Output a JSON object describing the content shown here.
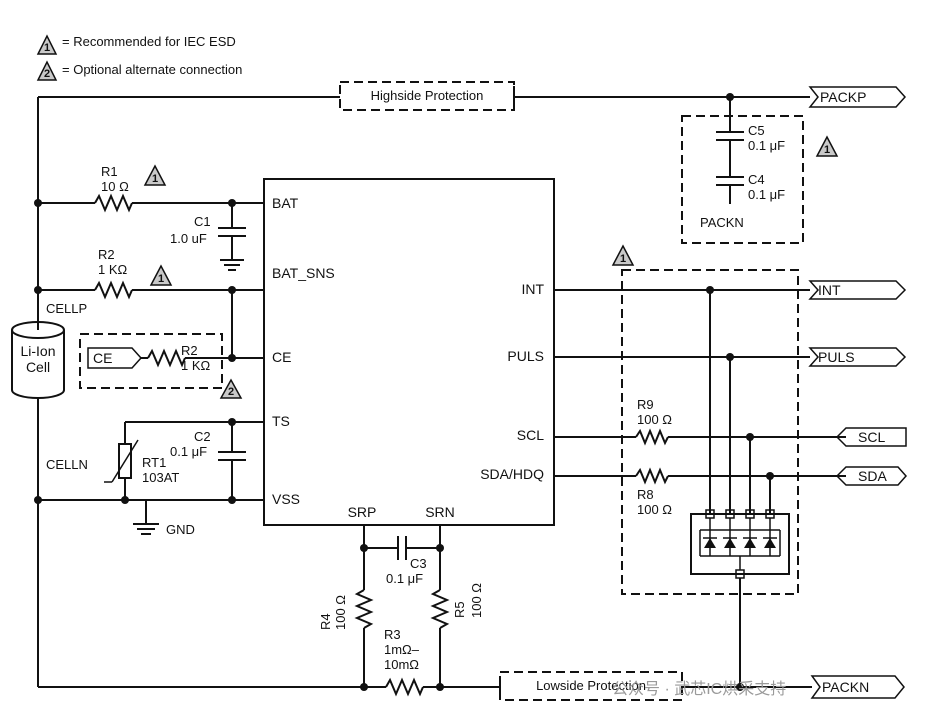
{
  "legend": {
    "item1": "= Recommended for IEC ESD",
    "item2": "= Optional alternate connection",
    "marker1": "1",
    "marker2": "2"
  },
  "ic": {
    "pins_left": [
      "BAT",
      "BAT_SNS",
      "CE",
      "TS",
      "VSS"
    ],
    "pins_right": [
      "INT",
      "PULS",
      "SCL",
      "SDA/HDQ"
    ],
    "pins_bottom": [
      "SRP",
      "SRN"
    ]
  },
  "boxes": {
    "highside": "Highside Protection",
    "lowside": "Lowside Protection",
    "packn_box": "PACKN"
  },
  "connectors": {
    "packp": "PACKP",
    "packn": "PACKN",
    "int": "INT",
    "puls": "PULS",
    "scl": "SCL",
    "sda": "SDA",
    "ce": "CE"
  },
  "components": {
    "r1_name": "R1",
    "r1_value": "10 Ω",
    "c1_name": "C1",
    "c1_value": "1.0 uF",
    "r2_name": "R2",
    "r2_value": "1 KΩ",
    "r2b_name": "R2",
    "r2b_value": "1 KΩ",
    "c2_name": "C2",
    "c2_value": "0.1 μF",
    "rt1_name": "RT1",
    "rt1_value": "103AT",
    "c3_name": "C3",
    "c3_value": "0.1 μF",
    "r3_name": "R3",
    "r3_value1": "1mΩ–",
    "r3_value2": "10mΩ",
    "r4_name": "R4",
    "r4_value": "100 Ω",
    "r5_name": "R5",
    "r5_value": "100 Ω",
    "c4_name": "C4",
    "c4_value": "0.1 μF",
    "c5_name": "C5",
    "c5_value": "0.1 μF",
    "r8_name": "R8",
    "r8_value": "100 Ω",
    "r9_name": "R9",
    "r9_value": "100 Ω"
  },
  "nets": {
    "cellp": "CELLP",
    "celln": "CELLN",
    "gnd": "GND",
    "battery_line1": "Li-Ion",
    "battery_line2": "Cell"
  },
  "watermark": "公众号 · 武芯IC烘采支持"
}
